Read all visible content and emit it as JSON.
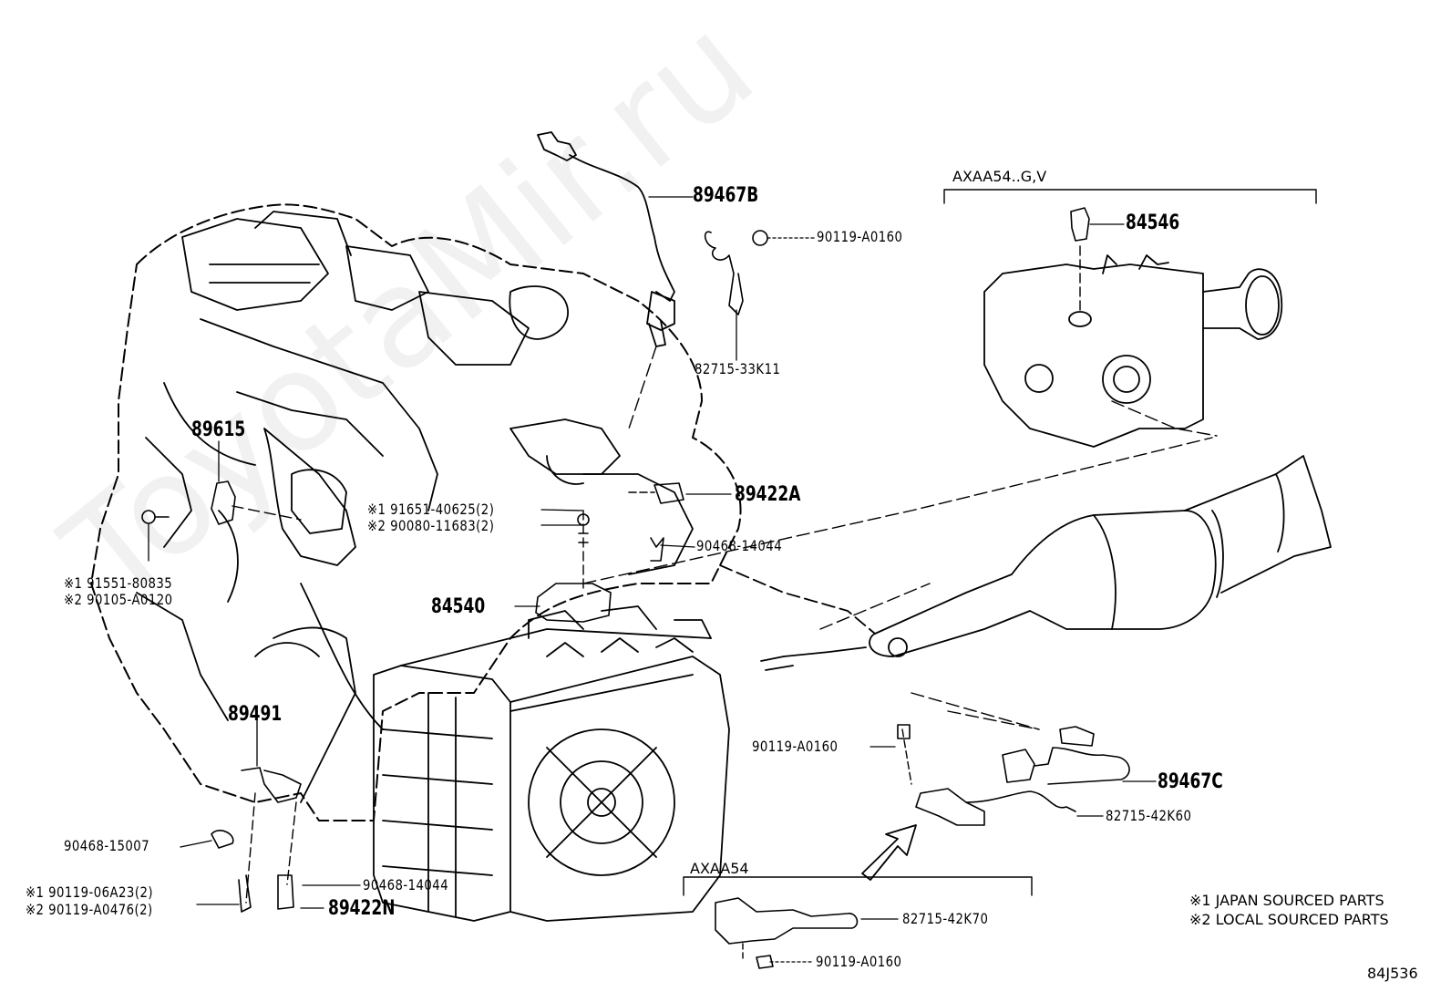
{
  "watermark": "ToyotaMir.ru",
  "diagram_code": "84J536",
  "group_labels": {
    "upper_right": "AXAA54..G,V",
    "lower": "AXAA54"
  },
  "parts": {
    "p89467B": "89467B",
    "p90119_A0160_top": "90119-A0160",
    "p82715_33K11": "82715-33K11",
    "p84546": "84546",
    "p89615": "89615",
    "p89422A": "89422A",
    "mark1_91651": "※1 91651-40625(2)",
    "mark2_90080": "※2 90080-11683(2)",
    "p90468_14044_a": "90468-14044",
    "p84540": "84540",
    "mark1_91551": "※1 91551-80835",
    "mark2_90105": "※2 90105-A0120",
    "p89491": "89491",
    "p90119_A0160_mid": "90119-A0160",
    "p89467C": "89467C",
    "p82715_42K60": "82715-42K60",
    "p90468_15007": "90468-15007",
    "p90468_14044_b": "90468-14044",
    "mark1_90119_06A23": "※1 90119-06A23(2)",
    "mark2_90119_A0476": "※2 90119-A0476(2)",
    "p89422N": "89422N",
    "p82715_42K70": "82715-42K70",
    "p90119_A0160_bot": "90119-A0160"
  },
  "legend": {
    "note1": "※1 JAPAN SOURCED PARTS",
    "note2": "※2 LOCAL SOURCED PARTS"
  }
}
